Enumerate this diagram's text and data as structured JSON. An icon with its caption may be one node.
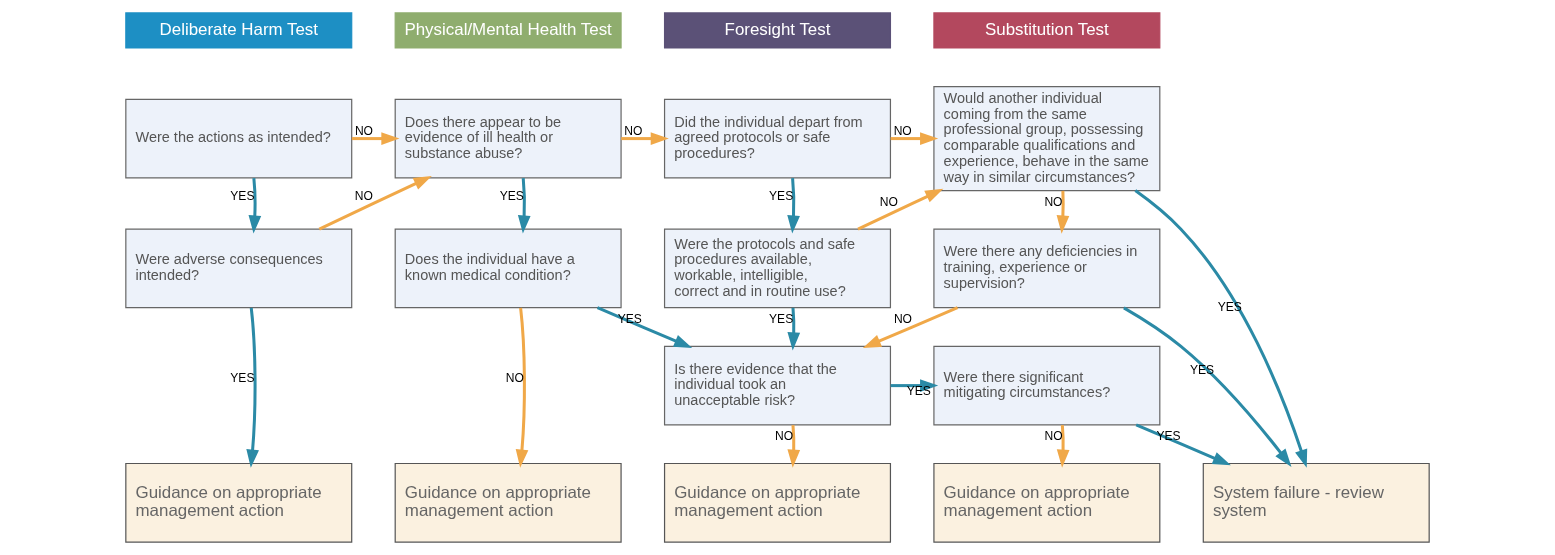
{
  "diagram": {
    "nodes": [
      {
        "text": [
          "Deliberate Harm Test"
        ]
      },
      {
        "text": [
          "Physical/Mental Health Test"
        ]
      },
      {
        "text": [
          "Foresight Test"
        ]
      },
      {
        "text": [
          "Substitution Test"
        ]
      },
      {
        "text": [
          "Were the actions as intended?"
        ]
      },
      {
        "text": [
          "Were adverse consequences intended?"
        ]
      },
      {
        "text": [
          "Guidance on appropriate management action"
        ]
      },
      {
        "text": [
          "Does there appear to be evidence of ill health or substance abuse?"
        ]
      },
      {
        "text": [
          "Does the individual have a known medical condition?"
        ]
      },
      {
        "text": [
          "Guidance on appropriate management action"
        ]
      },
      {
        "text": [
          "Did the individual depart from agreed protocols or safe procedures?"
        ]
      },
      {
        "text": [
          "Were the protocols and safe procedures available, workable, intelligible, correct and in routine use?"
        ]
      },
      {
        "text": [
          "Is there evidence that the individual took an unacceptable risk?"
        ]
      },
      {
        "text": [
          "Guidance on appropriate management action"
        ]
      },
      {
        "text": [
          "Would another individual coming from the same professional group, possessing comparable qualifications and experience, behave in the same way in similar circumstances?"
        ]
      },
      {
        "text": [
          "Were there any deficiencies in training, experience or supervision?"
        ]
      },
      {
        "text": [
          "Were there significant mitigating circumstances?"
        ]
      },
      {
        "text": [
          "Guidance on appropriate management action"
        ]
      },
      {
        "text": [
          "System failure - review system"
        ]
      }
    ],
    "edges": [
      {
        "from": 4,
        "to": 5,
        "arrow": "to",
        "label": "YES",
        "color": "#2b8aa6"
      },
      {
        "from": 4,
        "to": 7,
        "arrow": "to",
        "label": "NO",
        "color": "#f0a848"
      },
      {
        "from": 5,
        "to": 6,
        "arrow": "to",
        "label": "YES",
        "color": "#2b8aa6"
      },
      {
        "from": 5,
        "to": 7,
        "arrow": "to",
        "label": "NO",
        "color": "#f0a848"
      },
      {
        "from": 7,
        "to": 8,
        "arrow": "to",
        "label": "YES",
        "color": "#2b8aa6"
      },
      {
        "from": 7,
        "to": 10,
        "arrow": "to",
        "label": "NO",
        "color": "#f0a848"
      },
      {
        "from": 8,
        "to": 12,
        "arrow": "to",
        "label": "YES",
        "color": "#2b8aa6"
      },
      {
        "from": 8,
        "to": 9,
        "arrow": "to",
        "label": "NO",
        "color": "#f0a848"
      },
      {
        "from": 10,
        "to": 11,
        "arrow": "to",
        "label": "YES",
        "color": "#2b8aa6"
      },
      {
        "from": 10,
        "to": 14,
        "arrow": "to",
        "label": "NO",
        "color": "#f0a848"
      },
      {
        "from": 11,
        "to": 12,
        "arrow": "to",
        "label": "YES",
        "color": "#2b8aa6"
      },
      {
        "from": 11,
        "to": 14,
        "arrow": "to",
        "label": "NO",
        "color": "#f0a848"
      },
      {
        "from": 12,
        "to": 16,
        "arrow": "to",
        "label": "YES",
        "color": "#2b8aa6"
      },
      {
        "from": 12,
        "to": 13,
        "arrow": "to",
        "label": "NO",
        "color": "#f0a848"
      },
      {
        "from": 14,
        "to": 18,
        "arrow": "to",
        "label": "YES",
        "color": "#2b8aa6"
      },
      {
        "from": 14,
        "to": 15,
        "arrow": "to",
        "label": "NO",
        "color": "#f0a848"
      },
      {
        "from": 15,
        "to": 18,
        "arrow": "to",
        "label": "YES",
        "color": "#2b8aa6"
      },
      {
        "from": 15,
        "to": 12,
        "arrow": "to",
        "label": "NO",
        "color": "#f0a848"
      },
      {
        "from": 16,
        "to": 18,
        "arrow": "to",
        "label": "YES",
        "color": "#2b8aa6"
      },
      {
        "from": 16,
        "to": 17,
        "arrow": "to",
        "label": "NO",
        "color": "#f0a848"
      }
    ]
  }
}
